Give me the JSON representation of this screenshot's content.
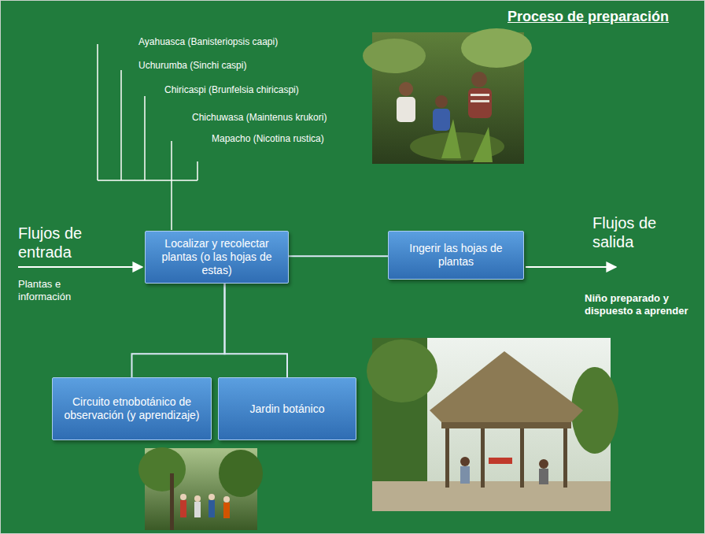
{
  "diagram": {
    "title": "Proceso de preparación",
    "nodes": [
      {
        "text": [
          "Localizar y recolectar plantas (o las hojas de estas)"
        ]
      },
      {
        "text": [
          "Ingerir las hojas de plantas"
        ]
      },
      {
        "text": [
          "Circuito etnobotánico de observación (y aprendizaje)"
        ]
      },
      {
        "text": [
          "Jardin botánico"
        ]
      }
    ],
    "edges": [
      {
        "from": 0,
        "to": 1,
        "arrow": "none"
      },
      {
        "from": 0,
        "to": 2,
        "arrow": "none"
      },
      {
        "from": 0,
        "to": 3,
        "arrow": "none"
      }
    ],
    "labels": [
      "Ayahuasca (Banisteriopsis caapi)",
      "Uchurumba (Sinchi caspi)",
      "Chiricaspi (Brunfelsia chiricaspi)",
      "Chichuwasa (Maintenus krukori)",
      "Mapacho (Nicotina rustica)",
      "Flujos de entrada",
      "Plantas e información",
      "Flujos de salida",
      "Niño preparado y dispuesto a aprender"
    ]
  }
}
